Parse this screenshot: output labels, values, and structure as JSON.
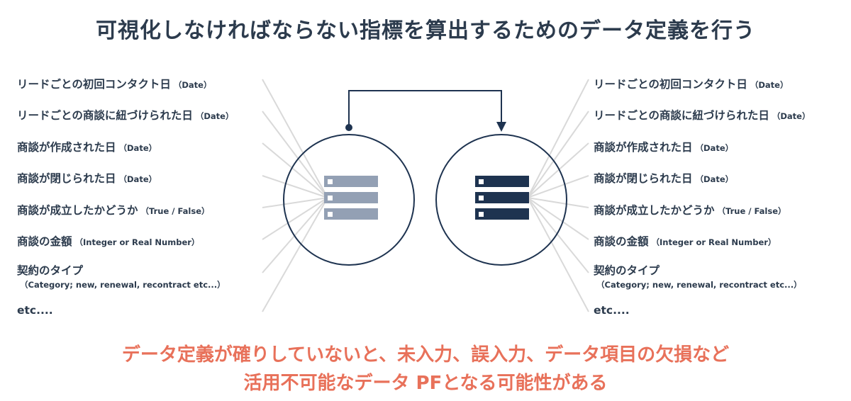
{
  "title": "可視化しなければならない指標を算出するためのデータ定義を行う",
  "left_fields": [
    {
      "label": "リードごとの初回コンタクト日",
      "type": "（Date）"
    },
    {
      "label": "リードごとの商談に紐づけられた日",
      "type": "（Date）"
    },
    {
      "label": "商談が作成された日",
      "type": "（Date）"
    },
    {
      "label": "商談が閉じられた日",
      "type": "（Date）"
    },
    {
      "label": "商談が成立したかどうか",
      "type": "（True / False）"
    },
    {
      "label": "商談の金額",
      "type": "（Integer or Real Number）"
    },
    {
      "label": "契約のタイプ",
      "sub": "（Category; new, renewal, recontract etc...）"
    },
    {
      "label": "etc...."
    }
  ],
  "right_fields": [
    {
      "label": "リードごとの初回コンタクト日",
      "type": "（Date）"
    },
    {
      "label": "リードごとの商談に紐づけられた日",
      "type": "（Date）"
    },
    {
      "label": "商談が作成された日",
      "type": "（Date）"
    },
    {
      "label": "商談が閉じられた日",
      "type": "（Date）"
    },
    {
      "label": "商談が成立したかどうか",
      "type": "（True / False）"
    },
    {
      "label": "商談の金額",
      "type": "（Integer or Real Number）"
    },
    {
      "label": "契約のタイプ",
      "sub": "（Category; new, renewal, recontract etc...）"
    },
    {
      "label": "etc...."
    }
  ],
  "conclusion": {
    "line1": "データ定義が確りしていないと、未入力、誤入力、データ項目の欠損など",
    "line2": "活用不可能なデータ PFとなる可能性がある"
  },
  "colors": {
    "text": "#2c3b4d",
    "accent": "#e8715a",
    "left_server": "#93a0b4",
    "right_server": "#1e3350",
    "rays": "#d9d9d9"
  },
  "icons": [
    "server-stack-icon",
    "server-stack-icon",
    "arrow-connector"
  ]
}
